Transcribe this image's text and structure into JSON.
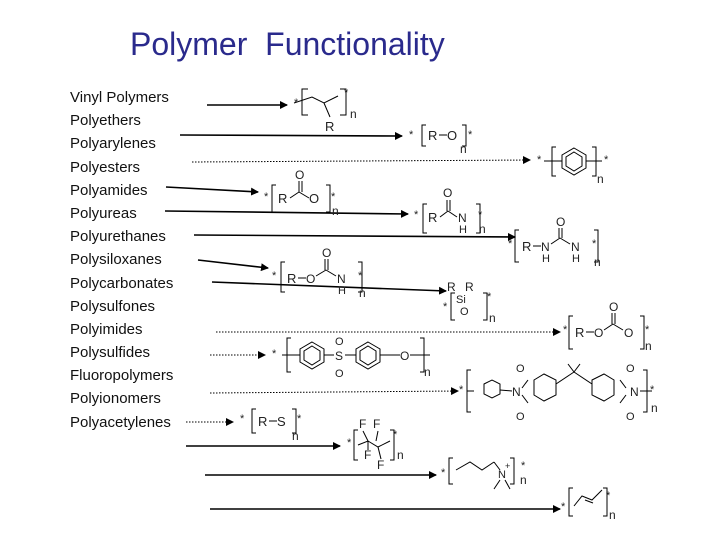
{
  "title": "Polymer  Functionality",
  "polymer_classes": [
    "Vinyl Polymers",
    "Polyethers",
    "Polyarylenes",
    "Polyesters",
    "Polyamides",
    "Polyureas",
    "Polyurethanes",
    "Polysiloxanes",
    "Polycarbonates",
    "Polysulfones",
    "Polyimides",
    "Polysulfides",
    "Fluoropolymers",
    "Polyionomers",
    "Polyacetylenes"
  ],
  "structures": {
    "vinyl": {
      "R": "R",
      "star": "*",
      "n": "n"
    },
    "ether": {
      "R": "R",
      "O": "O",
      "star": "*",
      "n": "n"
    },
    "arylene": {
      "star": "*",
      "n": "n"
    },
    "ester": {
      "R": "R",
      "O": "O",
      "star": "*",
      "n": "n"
    },
    "amide": {
      "R": "R",
      "O": "O",
      "N": "N",
      "H": "H",
      "star": "*",
      "n": "n"
    },
    "urea": {
      "R": "R",
      "O": "O",
      "N": "N",
      "H": "H",
      "star": "*",
      "n": "n"
    },
    "urethane": {
      "R": "R",
      "O": "O",
      "N": "N",
      "H": "H",
      "star": "*",
      "n": "n"
    },
    "siloxane": {
      "R": "R",
      "Si": "Si",
      "O": "O",
      "star": "*",
      "n": "n"
    },
    "carbonate": {
      "R": "R",
      "O": "O",
      "star": "*",
      "n": "n"
    },
    "sulfone": {
      "S": "S",
      "O": "O",
      "star": "*",
      "n": "n"
    },
    "imide": {
      "N": "N",
      "O": "O",
      "star": "*",
      "n": "n"
    },
    "sulfide": {
      "R": "R",
      "S": "S",
      "star": "*",
      "n": "n"
    },
    "fluoro": {
      "F": "F",
      "star": "*",
      "n": "n"
    },
    "ionomer": {
      "N": "N",
      "plus": "+",
      "star": "*",
      "n": "n"
    },
    "acetylene": {
      "star": "*",
      "n": "n"
    }
  }
}
